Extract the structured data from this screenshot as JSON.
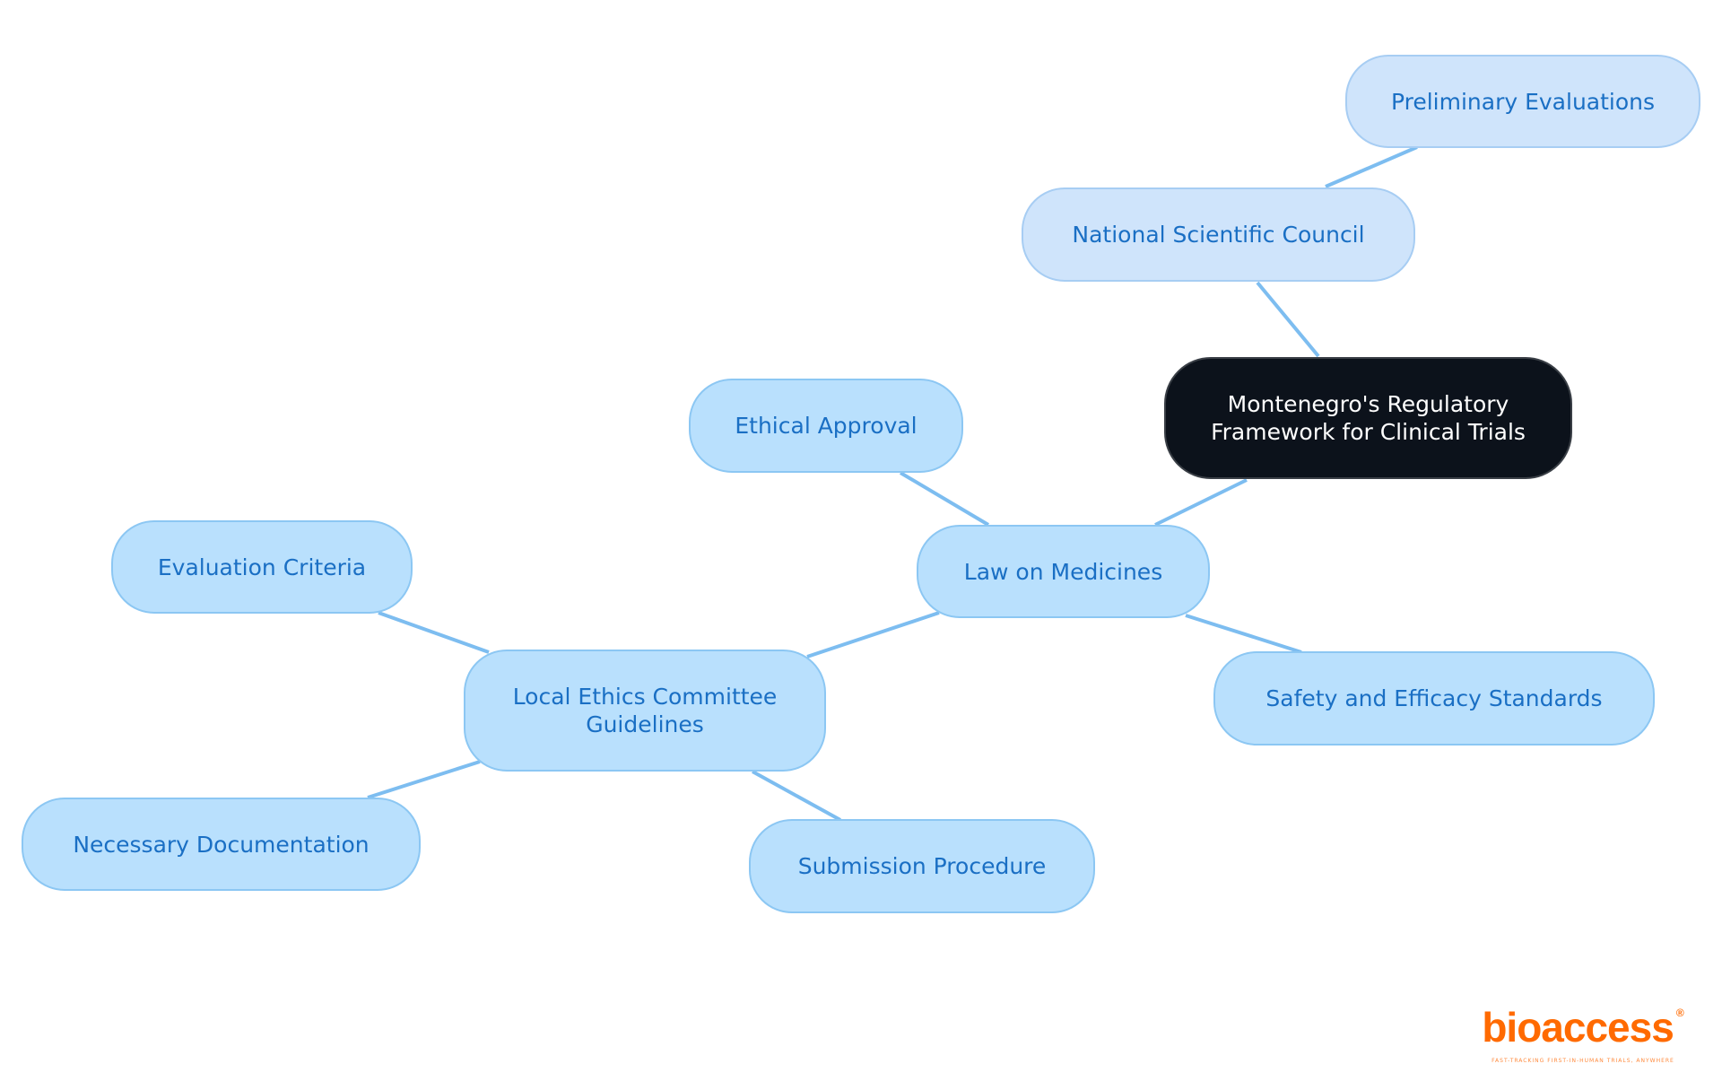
{
  "nodes": {
    "root": "Montenegro's Regulatory Framework for Clinical Trials",
    "national_scientific_council": "National Scientific Council",
    "preliminary_evaluations": "Preliminary Evaluations",
    "law_on_medicines": "Law on Medicines",
    "ethical_approval": "Ethical Approval",
    "safety_efficacy": "Safety and Efficacy Standards",
    "local_ethics": "Local Ethics Committee Guidelines",
    "evaluation_criteria": "Evaluation Criteria",
    "necessary_documentation": "Necessary Documentation",
    "submission_procedure": "Submission Procedure"
  },
  "logo": {
    "word": "bioaccess",
    "tagline": "FAST-TRACKING FIRST-IN-HUMAN TRIALS, ANYWHERE"
  },
  "colors": {
    "node_fill": "#b9e0fd",
    "node_text": "#1a6fc4",
    "root_fill": "#0c121b",
    "edge": "#7dbdf0",
    "logo": "#ff6a00"
  }
}
